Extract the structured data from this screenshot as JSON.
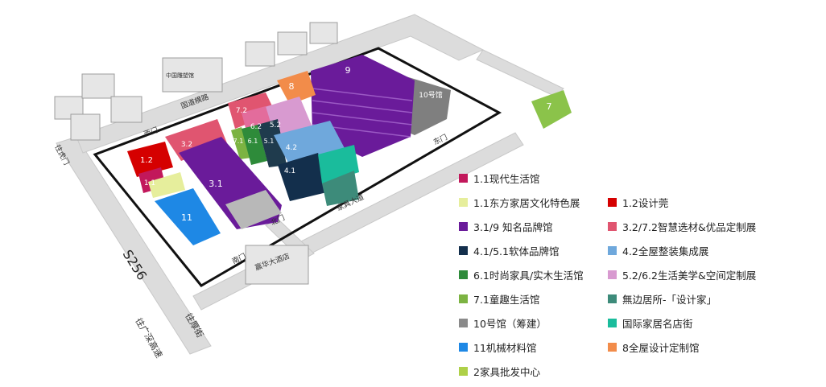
{
  "map": {
    "halls": {
      "h9": "9",
      "h10": "10号馆",
      "h8": "8",
      "h7": "7",
      "h72": "7.2",
      "h62": "6.2",
      "h52": "5.2",
      "h32": "3.2",
      "h71": "7.1",
      "h61": "6.1",
      "h51": "5.1",
      "h42": "4.2",
      "h41": "4.1",
      "h12": "1.2",
      "h11": "1.1",
      "h31": "3.1",
      "h11b": "11"
    },
    "road_label": "S256",
    "labels": {
      "hotel": "赢华大酒店",
      "to_gz_expressway": "往广深高速",
      "to_humen": "往虎门",
      "to_houjie": "往厚街",
      "building_left": "中国雕塑馆",
      "north_road": "国道横路",
      "gate_north": "北门",
      "gate_west": "西门",
      "gate_east": "东门",
      "gate_south": "南门",
      "road_side": "家具大道"
    }
  },
  "legend": {
    "items": [
      {
        "label": "1.1现代生活馆",
        "color": "#c2185b"
      },
      {
        "label": "1.1东方家居文化特色展",
        "color": "#e6ee9c"
      },
      {
        "label": "1.2设计莞",
        "color": "#d50000"
      },
      {
        "label": "3.1/9  知名品牌馆",
        "color": "#6a1b9a"
      },
      {
        "label": "3.2/7.2智慧选材&优品定制展",
        "color": "#e05570"
      },
      {
        "label": "4.1/5.1软体品牌馆",
        "color": "#132f4c"
      },
      {
        "label": "4.2全屋整装集成展",
        "color": "#6fa8dc"
      },
      {
        "label": "6.1时尚家具/实木生活馆",
        "color": "#2e8b3a"
      },
      {
        "label": "5.2/6.2生活美学&空间定制展",
        "color": "#d89ad0"
      },
      {
        "label": "7.1童趣生活馆",
        "color": "#7cb342"
      },
      {
        "label": "無边居所-「设计家」",
        "color": "#3d8b7a"
      },
      {
        "label": "10号馆（筹建）",
        "color": "#8a8a8a"
      },
      {
        "label": "国际家居名店街",
        "color": "#1abc9c"
      },
      {
        "label": "11机械材料馆",
        "color": "#1e88e5"
      },
      {
        "label": "8全屋设计定制馆",
        "color": "#f28c4a"
      },
      {
        "label": "2家具批发中心",
        "color": "#aed048"
      }
    ]
  }
}
